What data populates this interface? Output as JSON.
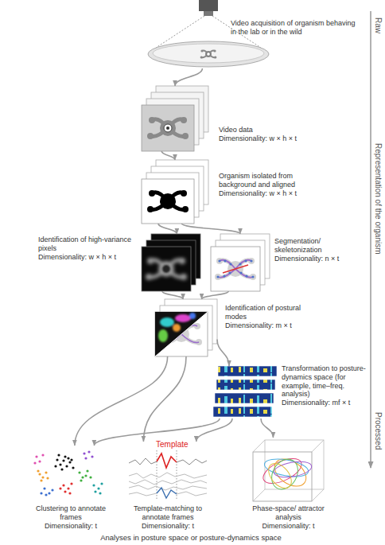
{
  "diagram": {
    "caption": "Analyses in posture space or posture-dynamics space",
    "nodes": [
      {
        "text": [
          "Video acquisition of organism behaving in the lab or in the wild"
        ]
      },
      {
        "text": [
          "Video data",
          "Dimensionality: w × h × t"
        ]
      },
      {
        "text": [
          "Organism isolated from background and aligned",
          "Dimensionality: w × h × t"
        ]
      },
      {
        "text": [
          "Identification of high-variance pixels",
          "Dimensionality: w × h × t"
        ]
      },
      {
        "text": [
          "Segmentation/ skeletonization",
          "Dimensionality: n × t"
        ]
      },
      {
        "text": [
          "Identification of postural modes",
          "Dimensionality: m × t"
        ]
      },
      {
        "text": [
          "Transformation to posture-dynamics space (for example, time–freq. analysis)",
          "Dimensionality: mf × t"
        ]
      },
      {
        "text": [
          "Clustering to annotate frames",
          "Dimensionality: t"
        ]
      },
      {
        "text": [
          "Template-matching to annotate frames",
          "Dimensionality: t"
        ]
      },
      {
        "text": [
          "Phase-space/ attractor analysis",
          "Dimensionality: t"
        ]
      }
    ],
    "edges": [
      {
        "from": 0,
        "to": 1,
        "arrow": "to"
      },
      {
        "from": 1,
        "to": 2,
        "arrow": "to"
      },
      {
        "from": 2,
        "to": 3,
        "arrow": "to"
      },
      {
        "from": 2,
        "to": 4,
        "arrow": "to"
      },
      {
        "from": 3,
        "to": 5,
        "arrow": "to"
      },
      {
        "from": 4,
        "to": 5,
        "arrow": "to"
      },
      {
        "from": 5,
        "to": 6,
        "arrow": "to"
      },
      {
        "from": 5,
        "to": 7,
        "arrow": "to"
      },
      {
        "from": 5,
        "to": 8,
        "arrow": "to"
      },
      {
        "from": 6,
        "to": 7,
        "arrow": "to"
      },
      {
        "from": 6,
        "to": 8,
        "arrow": "to"
      },
      {
        "from": 6,
        "to": 9,
        "arrow": "to"
      }
    ],
    "labels": [
      "Raw",
      "Representation of the organism",
      "Processed",
      "Template"
    ]
  }
}
